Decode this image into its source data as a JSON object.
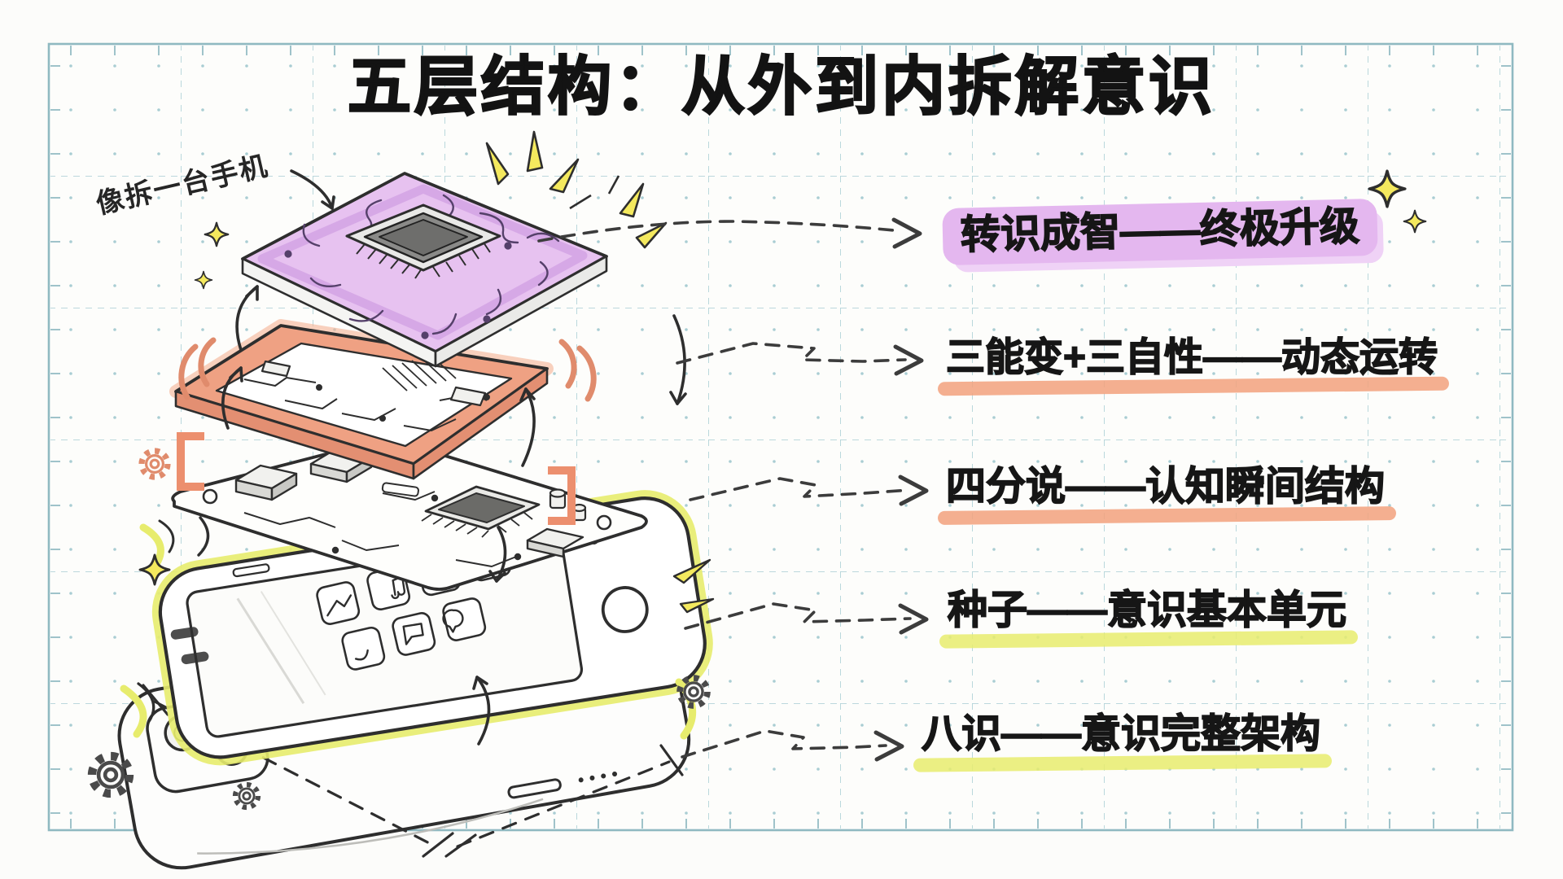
{
  "title": "五层结构：从外到内拆解意识",
  "note": "像拆一台手机",
  "labels": [
    {
      "text": "转识成智——终极升级",
      "highlight": "purple-pill",
      "color": "#e4b7ef"
    },
    {
      "text": "三能变+三自性——动态运转",
      "highlight": "underline",
      "color": "#f2a17d"
    },
    {
      "text": "四分说——认知瞬间结构",
      "highlight": "underline",
      "color": "#f2a17d"
    },
    {
      "text": "种子——意识基本单元",
      "highlight": "underline",
      "color": "#e7ec6d"
    },
    {
      "text": "八识——意识完整架构",
      "highlight": "underline",
      "color": "#e7ec6d"
    }
  ],
  "illustration": {
    "style": "hand-drawn exploded view of a smartphone, five stacked layers on graph paper",
    "layer_icons": [
      "cpu-chip-board-icon",
      "circuit-board-salmon-icon",
      "motherboard-icon",
      "phone-front-screen-icon",
      "phone-back-camera-icon"
    ],
    "decoration_icons": [
      "sparkle-icon",
      "burst-icon",
      "gear-icon",
      "curved-arrow-icon",
      "dashed-arrow-icon",
      "bracket-icon",
      "echo-arc-icon",
      "dimension-line-icon",
      "crescent-swoosh-icon"
    ]
  },
  "colors": {
    "ink": "#2e2e2e",
    "purple_fill": "#e7c2f0",
    "purple_deep": "#d2a1e4",
    "salmon": "#f0a183",
    "salmon_light": "#f6bb9d",
    "yellow": "#e7ec6d",
    "sparkle_yellow": "#f4e95e",
    "grid_line": "#b7d5da",
    "frame_line": "#8fb9c1",
    "paper": "#fcfcfa"
  }
}
